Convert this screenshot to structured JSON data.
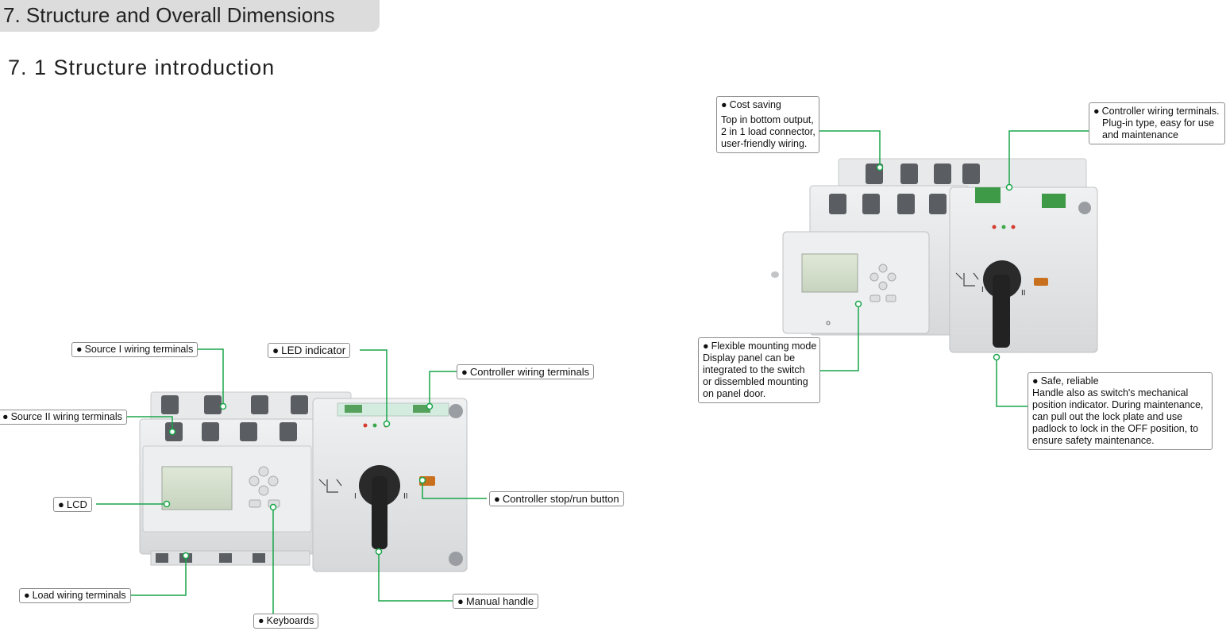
{
  "header": {
    "section_title": "7. Structure and Overall Dimensions",
    "subsection_title": "7. 1 Structure introduction"
  },
  "bullet": "●",
  "left_callouts": {
    "source1": "Source I wiring terminals",
    "led": "LED indicator",
    "ctrl_wiring": "Controller wiring terminals",
    "source2": "Source II wiring terminals",
    "lcd": "LCD",
    "stop_run": "Controller stop/run button",
    "load": "Load wiring terminals",
    "handle": "Manual handle",
    "keyboards": "Keyboards"
  },
  "right_callouts": {
    "cost": {
      "title": "Cost saving",
      "lines": [
        "Top in bottom output,",
        "2 in 1 load connector,",
        "user-friendly wiring."
      ]
    },
    "ctrl": {
      "title": "Controller wiring terminals.",
      "lines": [
        "Plug-in type, easy for use",
        "and maintenance"
      ]
    },
    "flex": {
      "title": "Flexible mounting mode",
      "lines": [
        "Display panel can be",
        "integrated to the switch",
        "or dissembled mounting",
        "on panel door."
      ]
    },
    "safe": {
      "title": "Safe, reliable",
      "lines": [
        "Handle also as switch's mechanical",
        "position indicator. During maintenance,",
        "can pull out the lock plate and use",
        "padlock to lock in the OFF position, to",
        "ensure safety maintenance."
      ]
    }
  },
  "device_marks": {
    "pos_one": "I",
    "pos_two": "II"
  },
  "colors": {
    "leader": "#19a64a",
    "housing": "#e4e6e8",
    "handle": "#222222",
    "terminal_green": "#3f9a47",
    "stop_button": "#c8701e",
    "header_bar": "#dcdcdc"
  }
}
